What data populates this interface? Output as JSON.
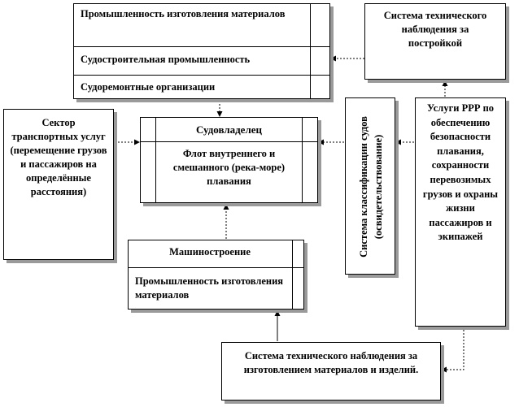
{
  "industry_box": {
    "row1": "Промышленность изготовления материалов",
    "row2": "Судостроительная промышленность",
    "row3": "Судоремонтные организации"
  },
  "supervision_top": {
    "text": "Система технического наблюдения за постройкой"
  },
  "transport_sector": {
    "text": "Сектор транспортных услуг (перемещение грузов и пассажиров на определённые расстояния)"
  },
  "shipowner": {
    "title": "Судовладелец",
    "text": "Флот внутреннего и смешанного (река-море) плавания"
  },
  "classification": {
    "text": "Система классификации судов (освидетельствование)"
  },
  "rrr_services": {
    "text": "Услуги РРР по обеспечению безопасности плавания, сохранности перевозимых грузов и охраны жизни пассажиров и экипажей"
  },
  "machine_building": {
    "title": "Машиностроение",
    "text": "Промышленность изготовления материалов"
  },
  "supervision_bottom": {
    "text": "Система технического наблюдения за изготовлением материалов и изделий."
  }
}
